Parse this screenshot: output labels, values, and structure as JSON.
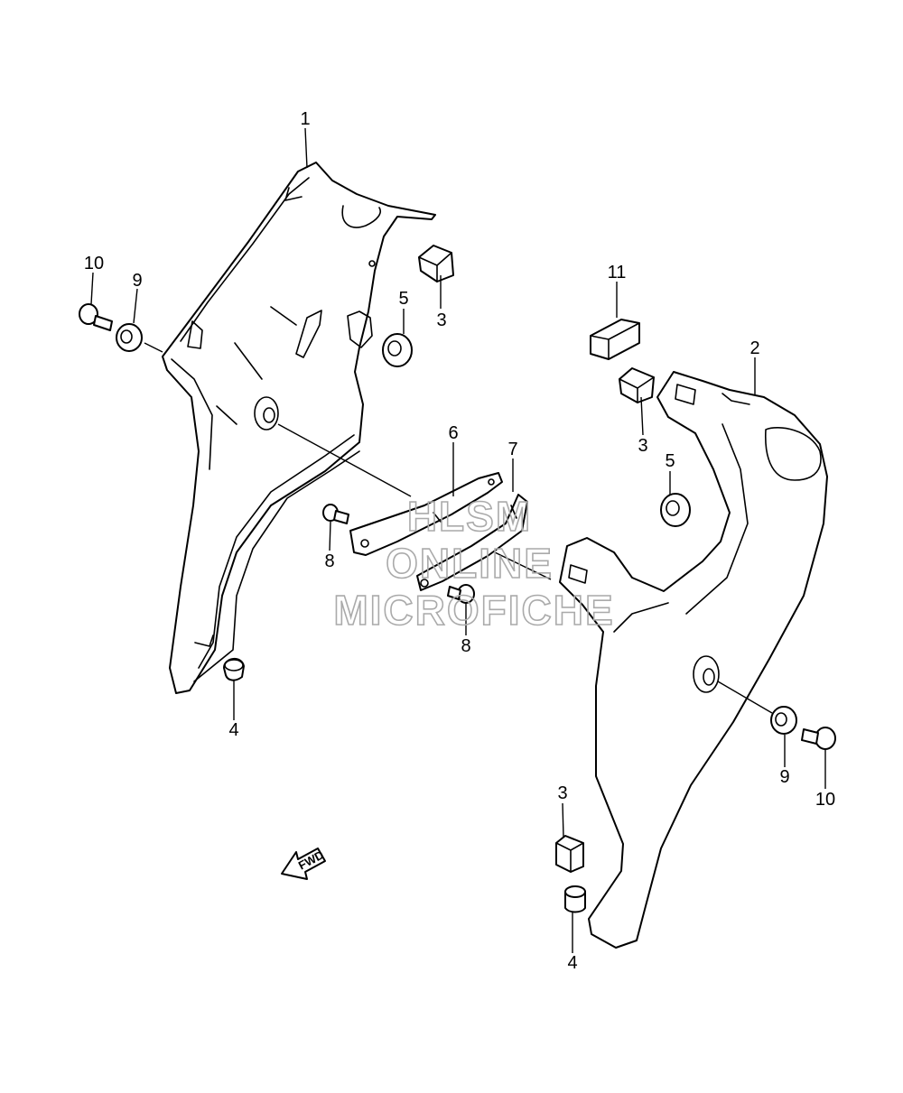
{
  "callouts": {
    "c1": "1",
    "c2": "2",
    "c3a": "3",
    "c3b": "3",
    "c3c": "3",
    "c4a": "4",
    "c4b": "4",
    "c5a": "5",
    "c5b": "5",
    "c6": "6",
    "c7": "7",
    "c8a": "8",
    "c8b": "8",
    "c9a": "9",
    "c9b": "9",
    "c10a": "10",
    "c10b": "10",
    "c11": "11"
  },
  "fwd_label": "FWD",
  "watermark": {
    "line1": "HLSM",
    "line2": "ONLINE",
    "line3": "MICROFICHE"
  },
  "colors": {
    "line": "#000000",
    "watermark": "#aaaaaa",
    "background": "#ffffff"
  }
}
